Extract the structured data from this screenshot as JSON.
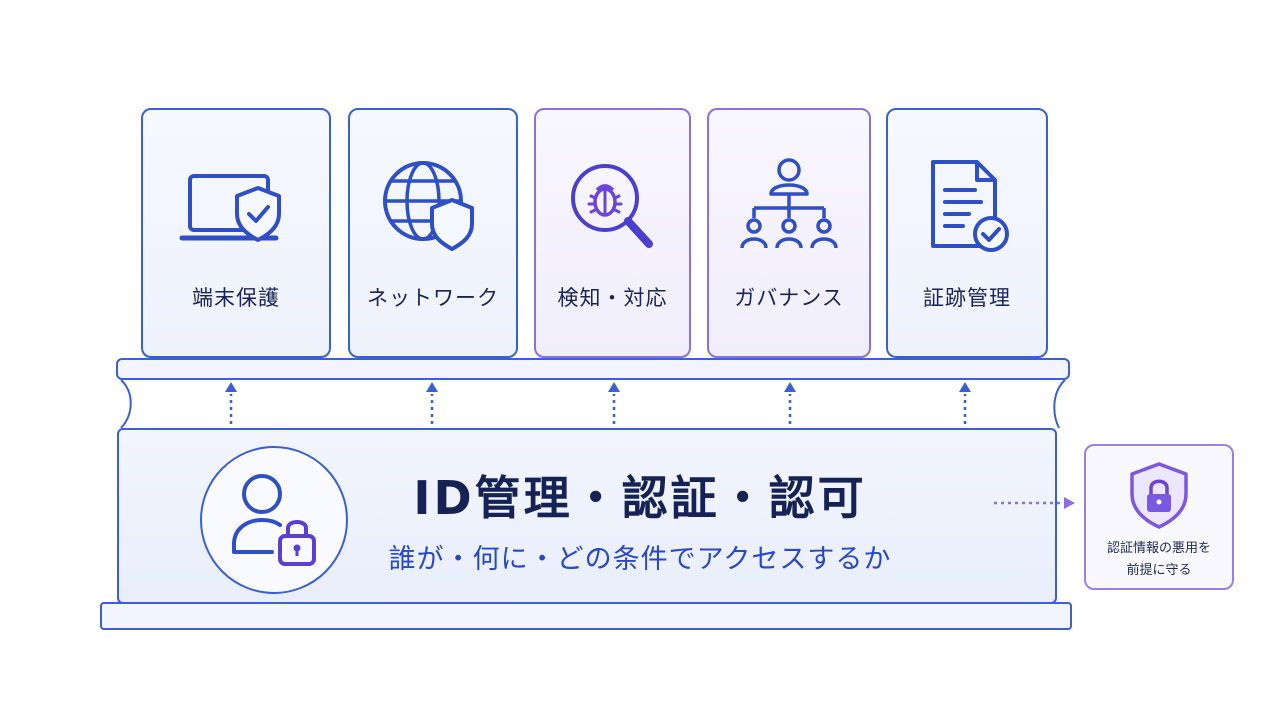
{
  "pillars": [
    {
      "label": "端末保護",
      "icon": "laptop-shield-icon",
      "accent": "#3a5fd6"
    },
    {
      "label": "ネットワーク",
      "icon": "globe-shield-icon",
      "accent": "#3a5fd6"
    },
    {
      "label": "検知・対応",
      "icon": "bug-magnifier-icon",
      "accent": "#8b6fe6"
    },
    {
      "label": "ガバナンス",
      "icon": "org-hierarchy-icon",
      "accent": "#8b6fe6"
    },
    {
      "label": "証跡管理",
      "icon": "document-check-icon",
      "accent": "#3a5fd6"
    }
  ],
  "foundation": {
    "title": "ID管理・認証・認可",
    "subtitle": "誰が・何に・どの条件でアクセスするか",
    "icon": "user-lock-icon"
  },
  "side_note": {
    "line1": "認証情報の悪用を",
    "line2": "前提に守る",
    "icon": "shield-lock-icon"
  },
  "colors": {
    "primary": "#3a5fd6",
    "violet": "#8b6fe6",
    "title": "#162253",
    "subtitle": "#2848c8"
  }
}
